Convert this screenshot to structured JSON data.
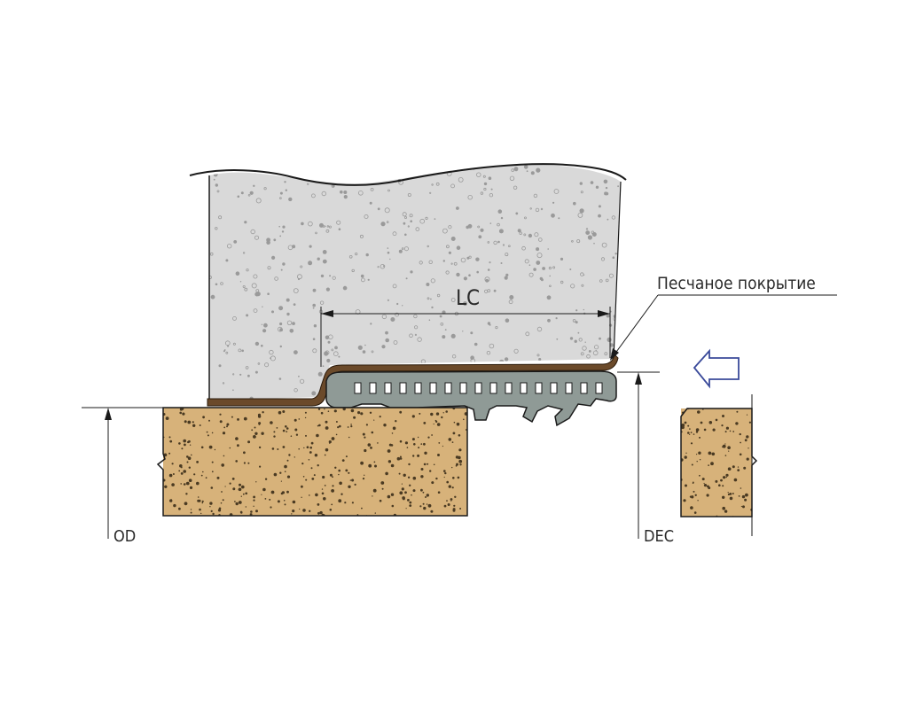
{
  "labels": {
    "coating": "Песчаное покрытие",
    "lc": "LC",
    "od": "OD",
    "dec": "DEC"
  },
  "colors": {
    "concrete": "#d9d9d9",
    "concrete_speck": "#9a9a9a",
    "sand_stone": "#d7b27a",
    "sand_speck": "#4a3a22",
    "strip_brown": "#6b4a2a",
    "profile_gray": "#8f9a96",
    "arrow_outline": "#3a4a9a",
    "line": "#1a1a1a"
  }
}
